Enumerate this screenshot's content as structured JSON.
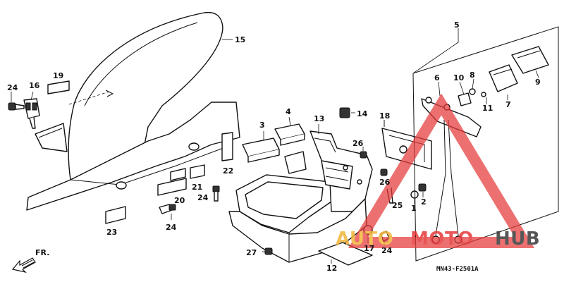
{
  "diagram": {
    "part_numbers": [
      "1",
      "2",
      "3",
      "4",
      "5",
      "6",
      "7",
      "8",
      "9",
      "10",
      "11",
      "12",
      "13",
      "14",
      "15",
      "16",
      "17",
      "18",
      "19",
      "20",
      "21",
      "22",
      "23",
      "24",
      "24",
      "24",
      "24",
      "25",
      "26",
      "26",
      "27"
    ],
    "front_label": "FR.",
    "drawing_code": "MN43-F2501A"
  },
  "watermark": {
    "text_part1": "AUTO",
    "text_part2": "MOTO",
    "text_part3": "HUB",
    "color_primary": "#e63a3a",
    "color_secondary": "#f2b63a",
    "color_dark": "#3a3a3a"
  }
}
